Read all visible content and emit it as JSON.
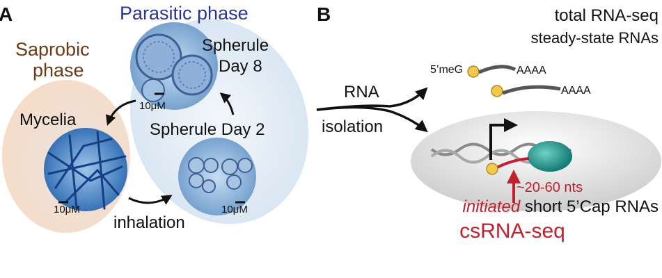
{
  "panel_a": {
    "label": "A",
    "parasitic_phase_title": "Parasitic phase",
    "saprobic_line1": "Saprobic",
    "saprobic_line2": "phase",
    "spherule_day8_line1": "Spherule",
    "spherule_day8_line2": "Day 8",
    "spherule_day2": "Spherule Day 2",
    "mycelia": "Mycelia",
    "scale_spherule8": "10μM",
    "scale_mycelia": "10μM",
    "scale_spherule2": "10μM",
    "inhalation": "inhalation"
  },
  "panel_b": {
    "label": "B",
    "title_line1": "total RNA-seq",
    "title_line2": "steady-state RNAs",
    "rna_label": "RNA",
    "isolation_label": "isolation",
    "cap_label": "5’meG",
    "polya_1": "AAAA",
    "polya_2": "AAAA",
    "nts_label": "~20-60 nts",
    "initiated_italic": "initiated",
    "initiated_rest": " short 5’Cap RNAs",
    "csrna_label": "csRNA-seq"
  },
  "colors": {
    "parasitic_blue": "#2b3590",
    "saprobic_brown": "#6b3a16",
    "cs_red": "#c2202f",
    "cap_yellow": "#f2c94c",
    "polymerase_teal": "#1f8a85"
  }
}
